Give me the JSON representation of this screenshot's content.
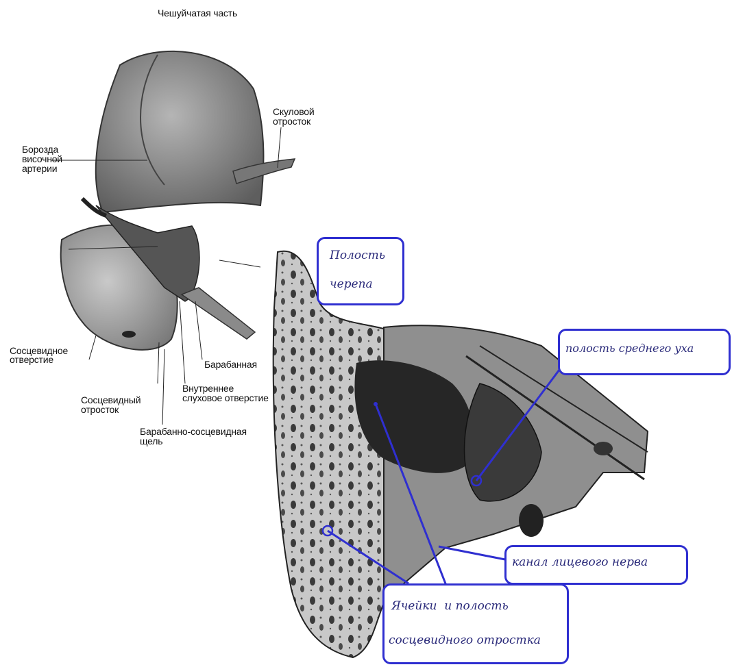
{
  "left_figure": {
    "labels": {
      "squamous": "Чешуйчатая часть",
      "zygomatic_1": "Скуловой",
      "zygomatic_2": "отросток",
      "groove_1": "Борозда",
      "groove_2": "височной",
      "groove_3": "артерии",
      "mastoid_foramen_1": "Сосцевидное",
      "mastoid_foramen_2": "отверстие",
      "tympanic": "Барабанная",
      "internal_meatus_1": "Внутреннее",
      "internal_meatus_2": "слуховое отверстие",
      "mastoid_process_1": "Сосцевидный",
      "mastoid_process_2": "отросток",
      "fissure_1": "Барабанно-сосцевидная",
      "fissure_2": "щель"
    }
  },
  "right_figure": {
    "annotations": {
      "cranial_cavity_1": "Полость",
      "cranial_cavity_2": "черепа",
      "middle_ear": "полость среднего уха",
      "facial_canal": "канал лицевого нерва",
      "mastoid_cells_1": "Ячейки  и полость",
      "mastoid_cells_2": "сосцевидного отростка"
    }
  },
  "colors": {
    "annotation_box": "#2f2fd0",
    "leader_line": "#2f2fd0",
    "bone_shade": "#8f8f8f"
  }
}
